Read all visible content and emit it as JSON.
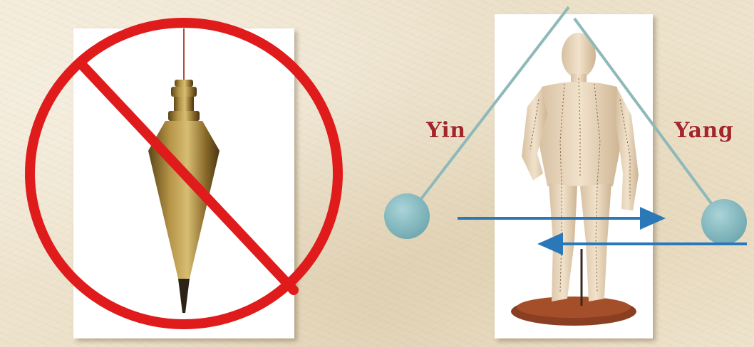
{
  "labels": {
    "yin": "Yin",
    "yang": "Yang"
  },
  "colors": {
    "prohibition_red": "#e01b1b",
    "label_red": "#a3262a",
    "pendulum_string": "#8fb9b9",
    "pendulum_ball": "#7fb6bd",
    "arrow_blue": "#2a78b8",
    "brass": "#9a7d3b",
    "skin": "#e9d7bf"
  },
  "icons": {
    "left": "plumb-bob-with-prohibition-sign",
    "right": "acupuncture-figure-with-pendulum"
  }
}
